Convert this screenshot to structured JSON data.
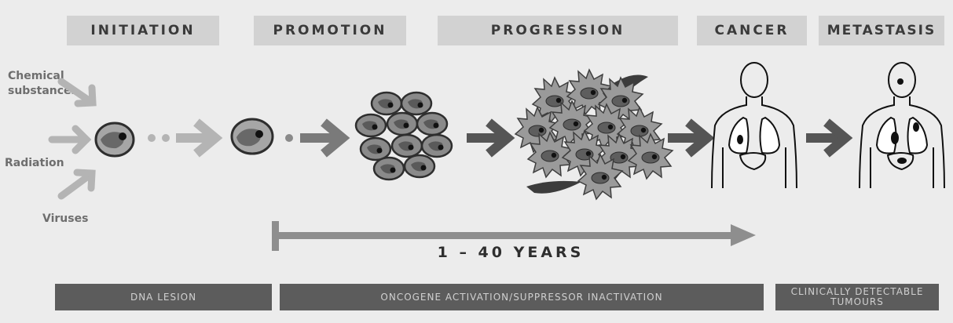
{
  "stages": {
    "initiation": "INITIATION",
    "promotion": "PROMOTION",
    "progression": "PROGRESSION",
    "cancer": "CANCER",
    "metastasis": "METASTASIS"
  },
  "agents": {
    "chemical_line1": "Chemical",
    "chemical_line2": "substances",
    "radiation": "Radiation",
    "viruses": "Viruses"
  },
  "timeline": {
    "label": "1 – 40 YEARS"
  },
  "bottom_bar": {
    "dna_lesion": "DNA LESION",
    "oncogene": "ONCOGENE ACTIVATION/SUPPRESSOR INACTIVATION",
    "detectable_line1": "CLINICALLY DETECTABLE",
    "detectable_line2": "TUMOURS"
  },
  "colors": {
    "stage_bg": "#d2d2d2",
    "bar_bg": "#5c5c5c",
    "arrow": "#5a5a5a",
    "arrow_light": "#b4b4b4",
    "cell": "#8a8a8a",
    "nucleus": "#222222"
  }
}
